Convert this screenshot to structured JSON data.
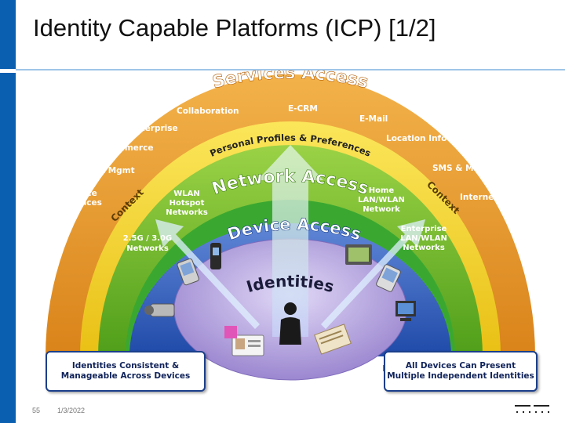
{
  "slide": {
    "title": "Identity Capable Platforms (ICP) [1/2]",
    "page_number": "55",
    "date": "1/3/2022"
  },
  "colors": {
    "accent_blue": "#0b5fb0",
    "services_orange": "#e8921c",
    "network_green": "#73b71f",
    "device_green": "#3aa830",
    "context_yellow": "#f2d21a",
    "identities_purple": "#b7a6de",
    "box_border": "#1b3f8b"
  },
  "diagram": {
    "layers": {
      "services": "Services Access",
      "network": "Network Access",
      "device": "Device Access",
      "identities": "Identities"
    },
    "personal_profiles": "Personal Profiles & Preferences",
    "context_left": "Context",
    "context_right": "Context",
    "services_items": {
      "collaboration": "Collaboration",
      "ecrm": "E-CRM",
      "email": "E-Mail",
      "enterprise": "Enterprise",
      "location": "Location Info",
      "commerce": "Commerce",
      "fleet": "Fleet Mgmt",
      "sms": "SMS & MMS",
      "voice_1": "Voice",
      "voice_2": "Services",
      "internet": "Internet"
    },
    "network_items": {
      "wlan_1": "WLAN",
      "wlan_2": "Hotspot",
      "wlan_3": "Networks",
      "home_1": "Home",
      "home_2": "LAN/WLAN",
      "home_3": "Network"
    },
    "device_items": {
      "g3_1": "2.5G / 3.0G",
      "g3_2": "Networks",
      "ent_1": "Enterprise",
      "ent_2": "LAN/WLAN",
      "ent_3": "Networks"
    },
    "icons": [
      "phone-icon",
      "pda-icon",
      "camcorder-icon",
      "tablet-icon",
      "handheld-icon",
      "desktop-icon",
      "person-icon",
      "id-card-icon",
      "certificate-icon",
      "smart-card-icon"
    ]
  },
  "callouts": {
    "left": "Identities Consistent &\nManageable Across Devices",
    "right": "All Devices Can Present\nMultiple Independent Identities"
  }
}
